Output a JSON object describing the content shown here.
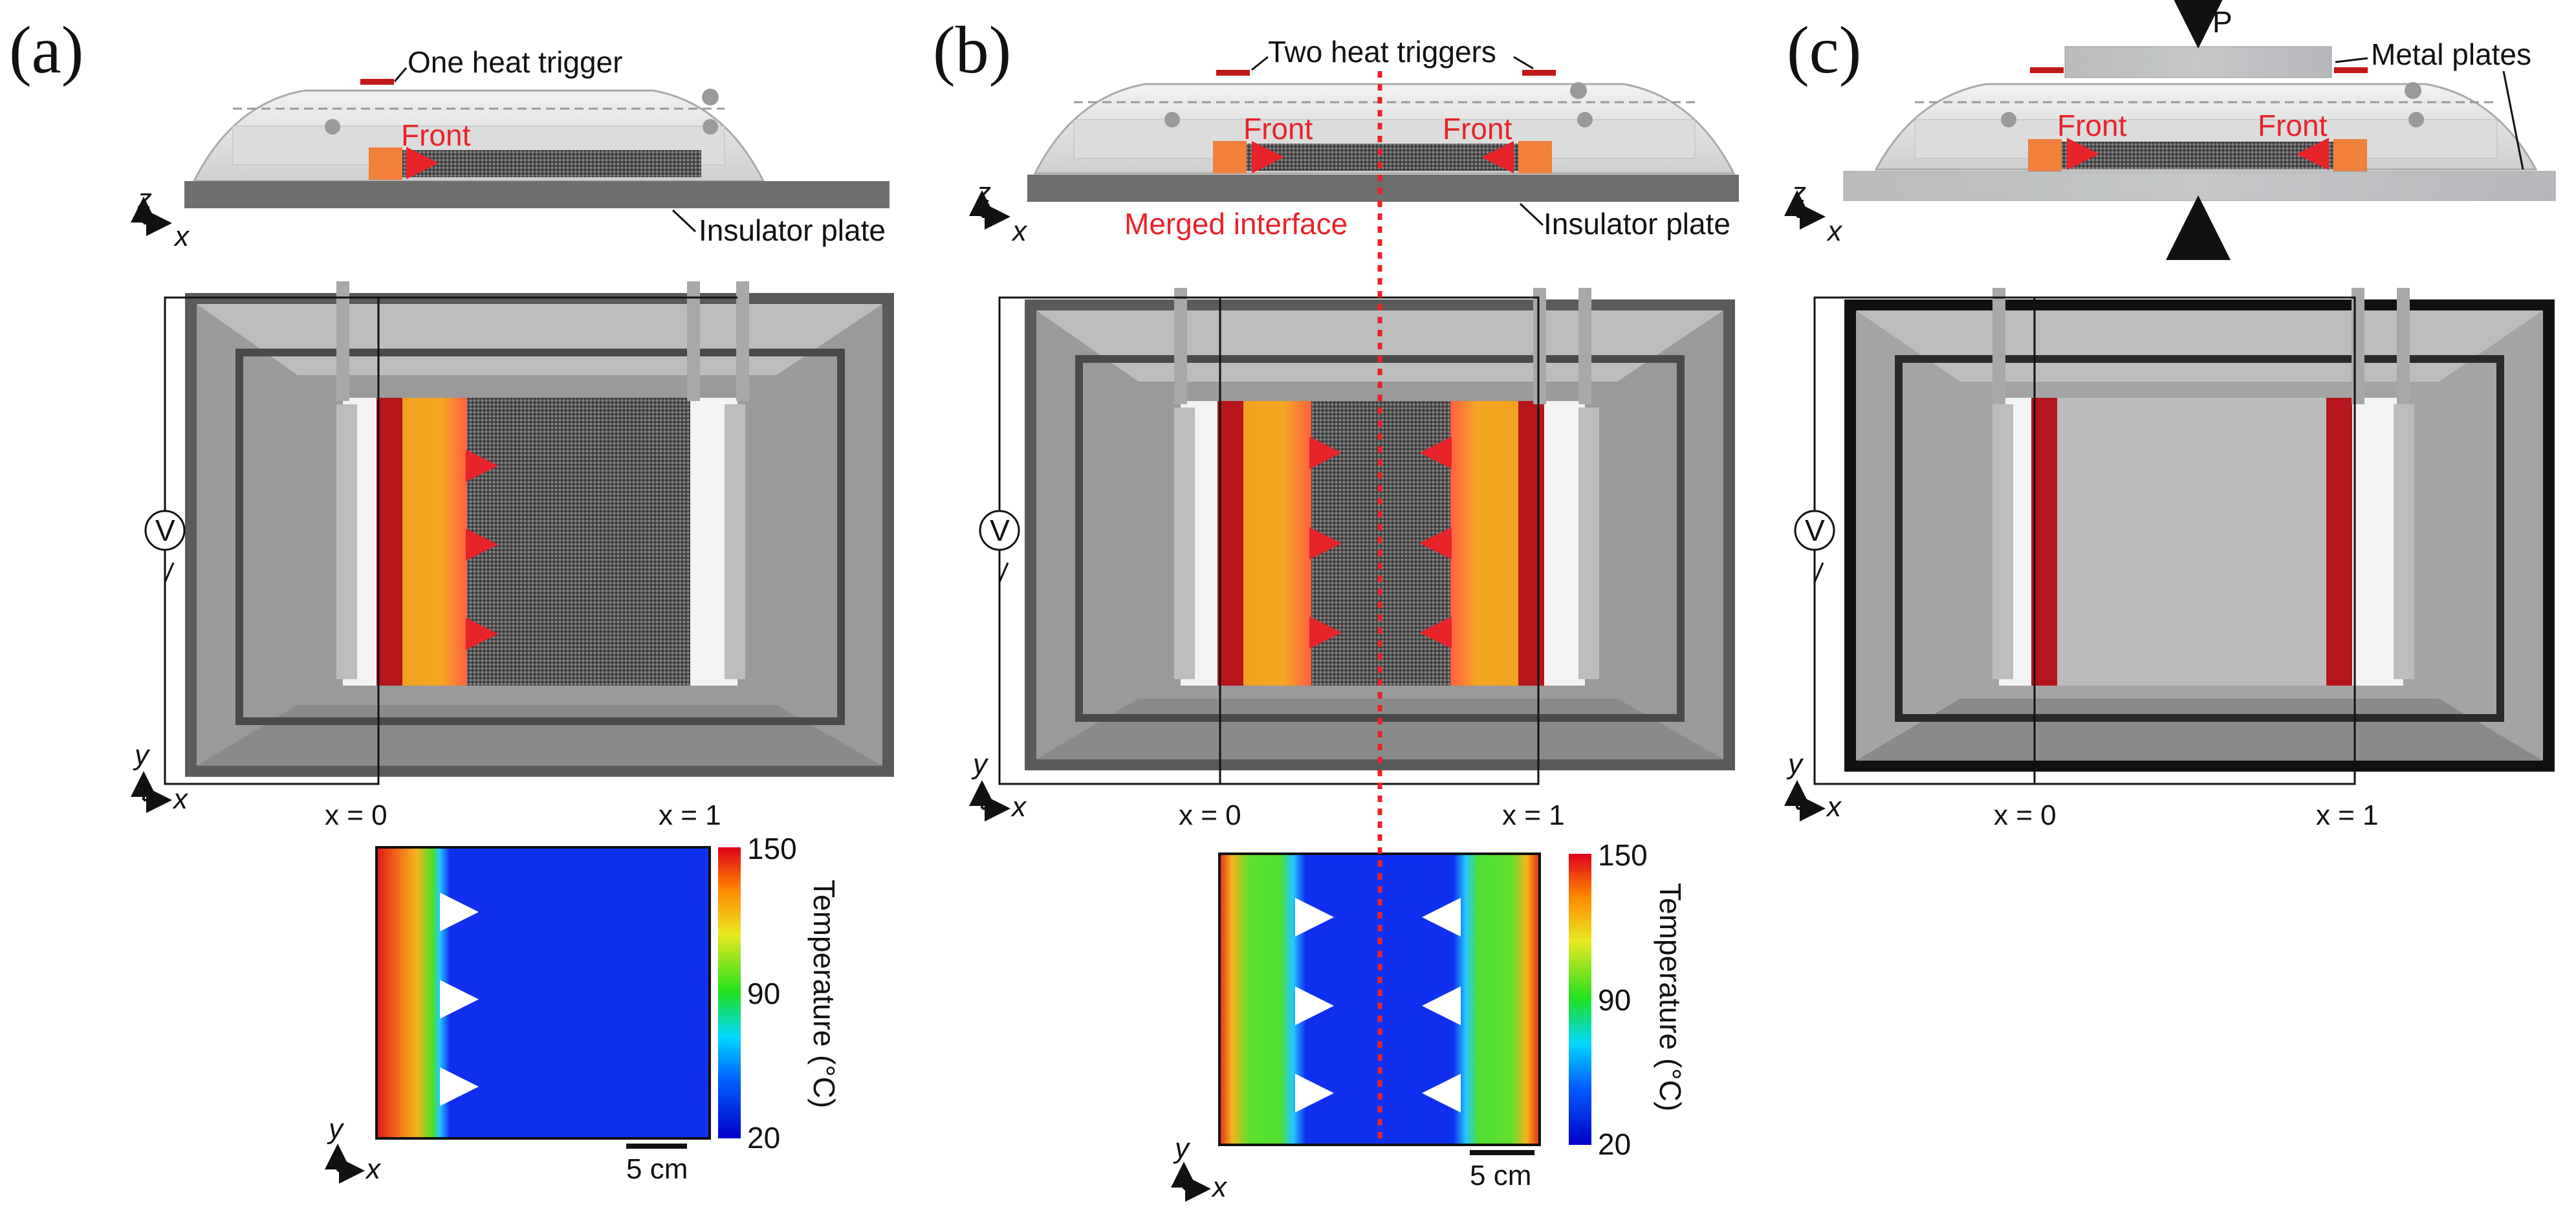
{
  "panels": {
    "a": {
      "label": "(a)",
      "trigger": "One heat trigger",
      "front": "Front",
      "plate": "Insulator plate"
    },
    "b": {
      "label": "(b)",
      "trigger": "Two heat triggers",
      "front_left": "Front",
      "front_right": "Front",
      "plate": "Insulator plate",
      "interface": "Merged interface"
    },
    "c": {
      "label": "(c)",
      "pressure": "P",
      "plates": "Metal plates",
      "front_left": "Front",
      "front_right": "Front"
    }
  },
  "axes": {
    "z": "z",
    "x": "x",
    "y": "y",
    "pos_left": "x = 0",
    "pos_right": "x = 1",
    "voltmeter": "V"
  },
  "colorbar": {
    "title": "Temperature (°C)",
    "max": "150",
    "mid": "90",
    "min": "20",
    "scale": "5 cm"
  },
  "colors": {
    "front_red": "#e8232a",
    "heated_band": "#f5a623",
    "cold_field": "#1030f0",
    "warm_field": "#58e23a"
  }
}
